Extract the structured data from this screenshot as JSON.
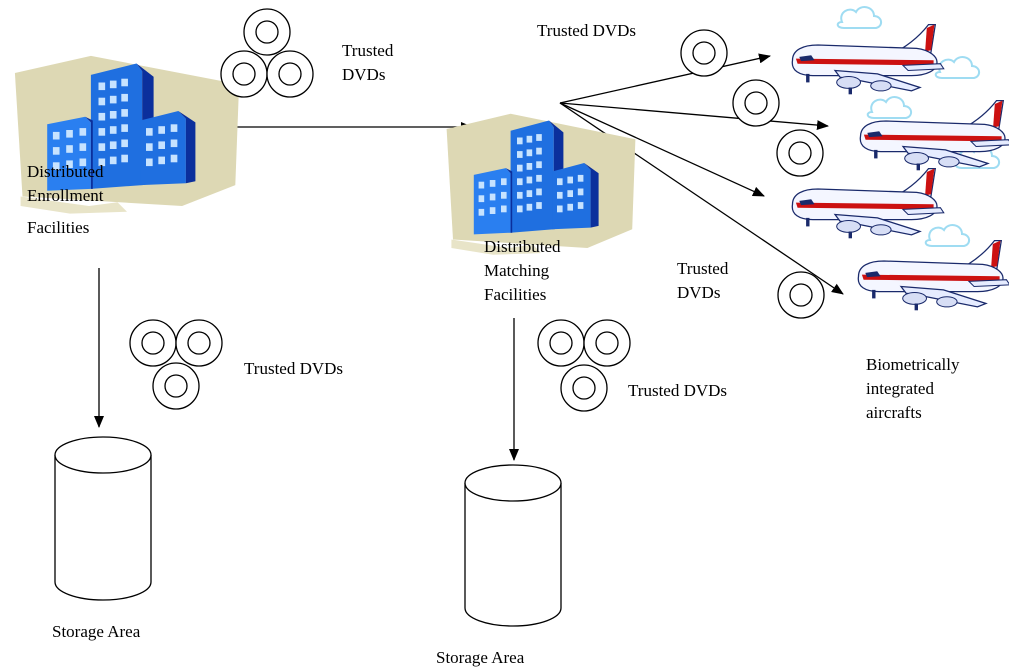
{
  "enrollment": {
    "label_lines": [
      "Distributed",
      "Enrollment",
      "Facilities"
    ],
    "dvd_label": "Trusted DVDs",
    "storage_label": "Storage Area"
  },
  "transfer": {
    "dvd_label_lines": [
      "Trusted",
      "DVDs"
    ]
  },
  "matching": {
    "label_lines": [
      "Distributed",
      "Matching",
      "Facilities"
    ],
    "dvd_label": "Trusted DVDs",
    "storage_label": "Storage Area"
  },
  "aircraft_links": {
    "top_dvd_label": "Trusted DVDs",
    "bottom_dvd_label_lines": [
      "Trusted",
      "DVDs"
    ]
  },
  "aircraft": {
    "label_lines": [
      "Biometrically",
      "integrated",
      "aircrafts"
    ],
    "count": 4
  },
  "colors": {
    "building_blue": "#1f6fe0",
    "building_dark": "#0b2f9c",
    "building_light": "#8ec3ff",
    "backdrop": "#ddd8b4",
    "plane_stripe": "#cc1111",
    "cloud": "#9fdcf2"
  }
}
